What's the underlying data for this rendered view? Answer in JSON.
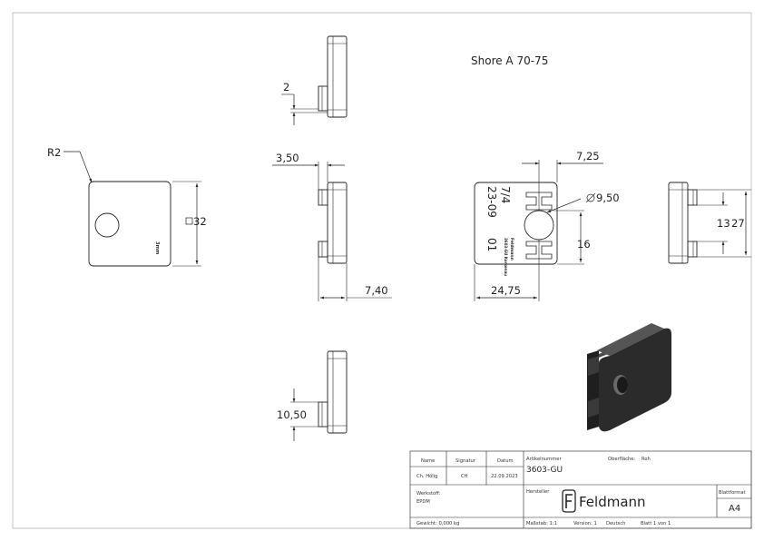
{
  "note": {
    "material_hardness": "Shore A 70-75"
  },
  "dimensions": {
    "radius": "R2",
    "square_size": "32",
    "height_small": "2",
    "offset_top": "3,50",
    "depth": "7,40",
    "width_right": "7,25",
    "hole_diameter": "9,50",
    "height_16": "16",
    "width_total": "24,75",
    "side_13": "13",
    "side_27": "27",
    "bottom_offset": "10,50"
  },
  "part_markings": {
    "thickness": "3mm",
    "code_1": "7/4",
    "code_2": "23-09",
    "code_3": "01",
    "maker": "Feldmann",
    "maker_line": "3603-GU Korkenau"
  },
  "title_block": {
    "head_name": "Name",
    "head_signature": "Signatur",
    "head_date": "Datum",
    "name_value": "Ch. Hölig",
    "signature_value": "CH",
    "date_value": "22.09.2023",
    "article_label": "Artikelnummer",
    "article_value": "3603-GU",
    "surface_label": "Oberfläche:",
    "surface_value": "Roh",
    "material_label": "Werkstoff:",
    "material_value": "EPDM",
    "manufacturer_label": "Hersteller",
    "brand": "Feldmann",
    "format_label": "Blattformat",
    "format_value": "A4",
    "weight": "Gewicht: 0,000 kg",
    "scale": "Maßstab: 1:1",
    "version": "Version: 1",
    "language": "Deutsch",
    "sheet": "Blatt 1 von 1"
  },
  "colors": {
    "line": "#222222",
    "frame": "#b5b5b5",
    "solid": "#2b2b2b",
    "solid_light": "#4a4a4a"
  }
}
